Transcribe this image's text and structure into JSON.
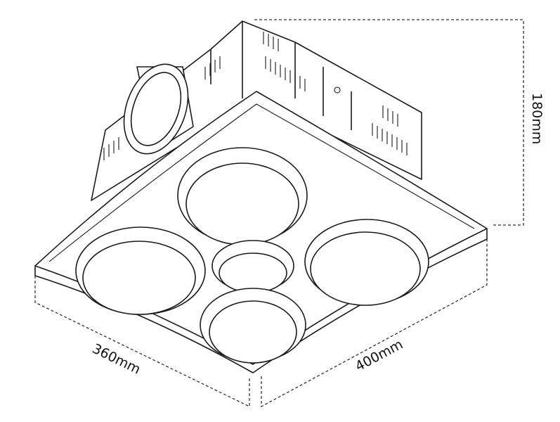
{
  "dimensions": {
    "height": "180mm",
    "depth": "360mm",
    "width": "400mm"
  }
}
